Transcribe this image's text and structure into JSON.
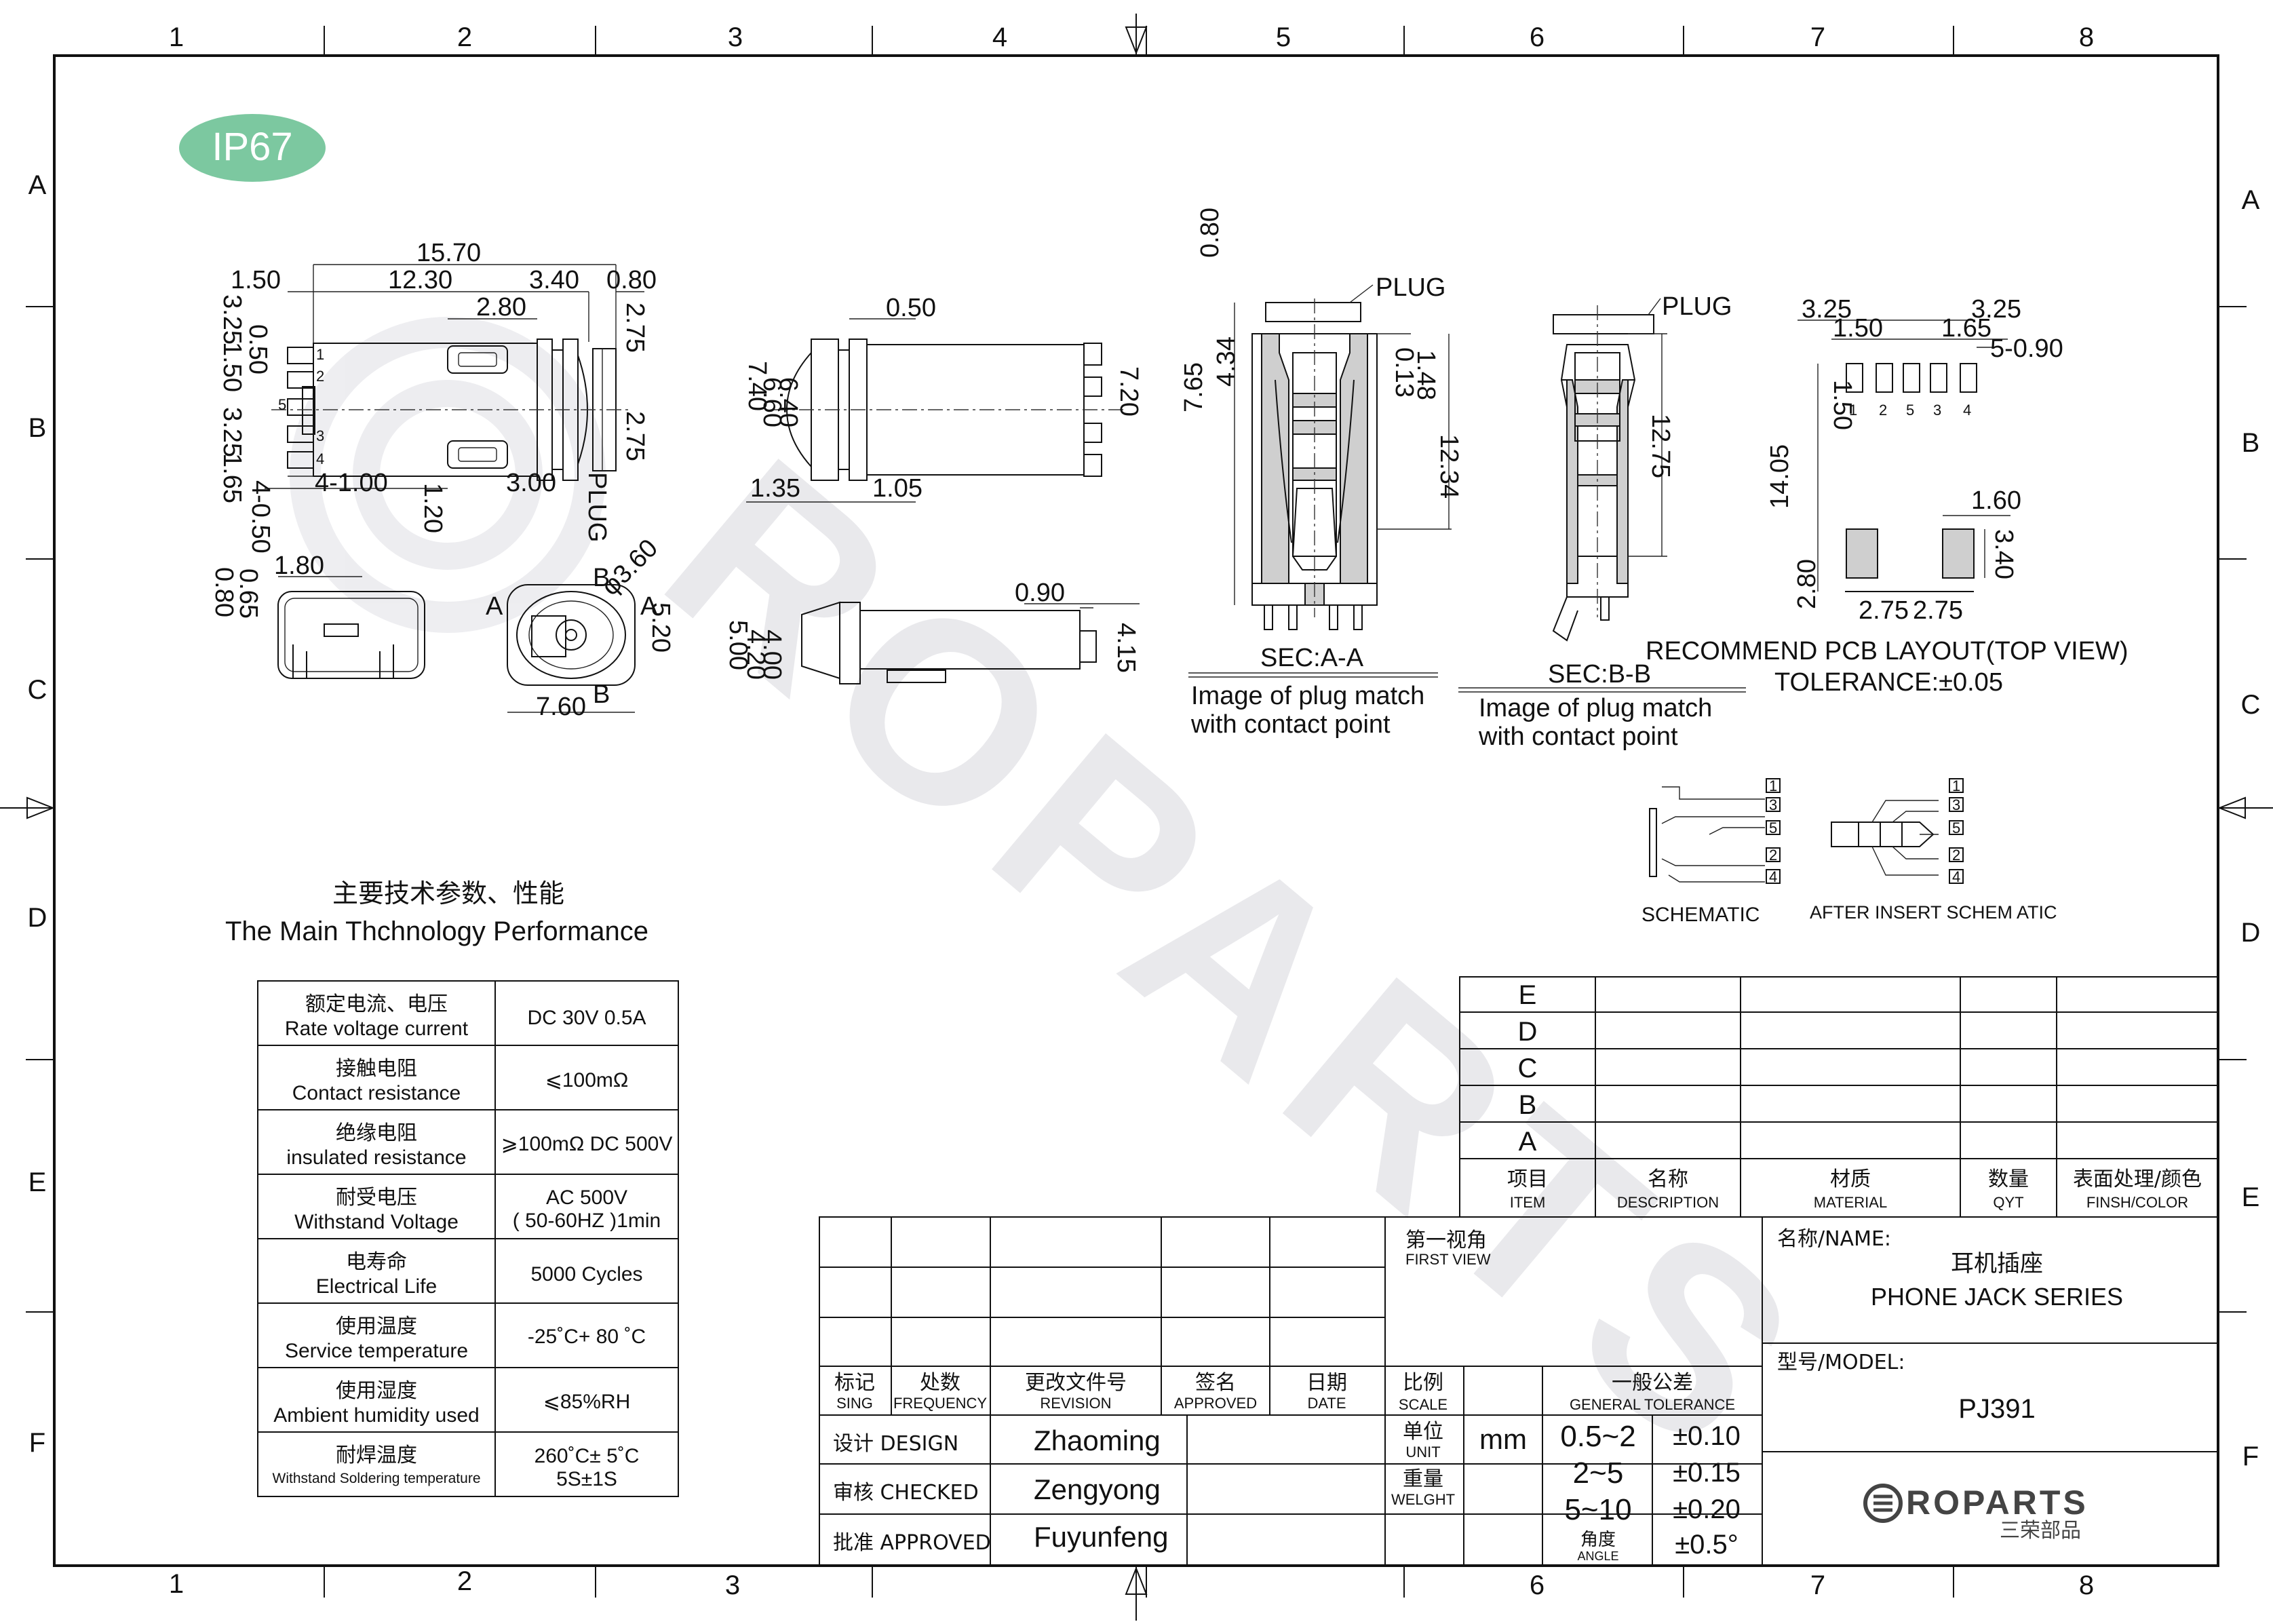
{
  "sheet": {
    "columns": [
      "1",
      "2",
      "3",
      "4",
      "5",
      "6",
      "7",
      "8"
    ],
    "rows": [
      "A",
      "B",
      "C",
      "D",
      "E",
      "F"
    ]
  },
  "badge": "IP67",
  "watermark": "ROPARTS",
  "top_view": {
    "overall": "15.70",
    "left_flange": "1.50",
    "body": "12.30",
    "nut": "3.40",
    "tip": "0.80",
    "inner": "2.80",
    "right_top": "2.75",
    "left_top": "3.25",
    "l1": "0.50",
    "l2": "1.50",
    "left_bottom": "3.25",
    "l3": "1.65",
    "pitch": "4-1.00",
    "mid": "3.00",
    "pin_w": "1.20",
    "pin_d": "4-0.50",
    "right_bottom": "2.75",
    "plug": "PLUG",
    "pin_numbers": [
      "1",
      "2",
      "3",
      "4",
      "5"
    ]
  },
  "front_view": {
    "height": "1.80",
    "d1": "0.80",
    "d2": "0.65"
  },
  "end_view": {
    "b_top": "B",
    "diameter": "φ3.60",
    "a_left": "A",
    "a_right": "A",
    "height": "5.20",
    "width": "7.60",
    "b_bottom": "B"
  },
  "side_view": {
    "top": "0.50",
    "h1": "7.40",
    "h2": "6.60",
    "h3": "6.40",
    "h_right": "7.20",
    "left": "1.35",
    "right": "1.05"
  },
  "side_view2": {
    "top": "0.90",
    "h1": "5.00",
    "h2": "4.20",
    "h3": "4.00",
    "h_right": "4.15"
  },
  "section_aa": {
    "plug": "PLUG",
    "d_top": "0.80",
    "d_left1": "7.65",
    "d_left2": "4.34",
    "d_right1": "0.13",
    "d_right2": "1.48",
    "d_right3": "12.34",
    "title": "SEC:A-A",
    "caption_1": "Image of plug match",
    "caption_2": "with contact point"
  },
  "section_bb": {
    "plug": "PLUG",
    "d_right": "12.75",
    "title": "SEC:B-B",
    "caption_1": "Image of plug match",
    "caption_2": "with contact point"
  },
  "pcb": {
    "d_left": "3.25",
    "d_right": "3.25",
    "d_pitch": "1.50",
    "d_gap": "1.65",
    "d_pad": "5-0.90",
    "d_h_top": "1.50",
    "d_height": "14.05",
    "d_pad2": "1.60",
    "d_h_pad2": "3.40",
    "d_h_bottom": "2.80",
    "d_bl": "2.75",
    "d_br": "2.75",
    "pad_numbers": [
      "1",
      "2",
      "5",
      "3",
      "4"
    ],
    "title": "RECOMMEND PCB LAYOUT(TOP VIEW)",
    "tolerance": "TOLERANCE:±0.05"
  },
  "schematic": {
    "label": "SCHEMATIC",
    "after_label": "AFTER INSERT SCHEM ATIC",
    "pins": [
      "1",
      "3",
      "5",
      "2",
      "4"
    ]
  },
  "performance": {
    "title_cn": "主要技术参数、性能",
    "title_en": "The Main Thchnology Performance",
    "rows": [
      {
        "cn": "额定电流、电压",
        "en": "Rate voltage current",
        "value": "DC 30V  0.5A",
        "value2": ""
      },
      {
        "cn": "接触电阻",
        "en": "Contact resistance",
        "value": "⩽100mΩ",
        "value2": ""
      },
      {
        "cn": "绝缘电阻",
        "en": "insulated resistance",
        "value": "⩾100mΩ DC 500V",
        "value2": ""
      },
      {
        "cn": "耐受电压",
        "en": "Withstand Voltage",
        "value": "AC 500V",
        "value2": "( 50-60HZ )1min"
      },
      {
        "cn": "电寿命",
        "en": "Electrical Life",
        "value": "5000 Cycles",
        "value2": ""
      },
      {
        "cn": "使用温度",
        "en": "Service temperature",
        "value": "-25˚C+ 80 ˚C",
        "value2": ""
      },
      {
        "cn": "使用湿度",
        "en": "Ambient humidity used",
        "value": "⩽85%RH",
        "value2": ""
      },
      {
        "cn": "耐焊温度",
        "en": "Withstand Soldering temperature",
        "value": "260˚C± 5˚C",
        "value2": "5S±1S"
      }
    ]
  },
  "revisions": {
    "rows": [
      "E",
      "D",
      "C",
      "B",
      "A"
    ],
    "headers": [
      {
        "cn": "项目",
        "en": "ITEM"
      },
      {
        "cn": "名称",
        "en": "DESCRIPTION"
      },
      {
        "cn": "材质",
        "en": "MATERIAL"
      },
      {
        "cn": "数量",
        "en": "QYT"
      },
      {
        "cn": "表面处理/颜色",
        "en": "FINSH/COLOR"
      }
    ]
  },
  "title_block": {
    "change_headers": [
      {
        "cn": "标记",
        "en": "SING"
      },
      {
        "cn": "处数",
        "en": "FREQUENCY"
      },
      {
        "cn": "更改文件号",
        "en": "REVISION"
      },
      {
        "cn": "签名",
        "en": "APPROVED"
      },
      {
        "cn": "日期",
        "en": "DATE"
      }
    ],
    "design_label": "设计 DESIGN",
    "design_name": "Zhaoming",
    "checked_label": "审核 CHECKED",
    "checked_name": "Zengyong",
    "approved_label": "批准 APPROVED",
    "approved_name": "Fuyunfeng",
    "first_view_cn": "第一视角",
    "first_view_en": "FIRST VIEW",
    "scale_cn": "比例",
    "scale_en": "SCALE",
    "tol_cn": "一般公差",
    "tol_en": "GENERAL TOLERANCE",
    "unit_cn": "单位",
    "unit_en": "UNIT",
    "unit_value": "mm",
    "weight_cn": "重量",
    "weight_en": "WELGHT",
    "tolerances": [
      {
        "range": "0.5~2",
        "tol": "±0.10"
      },
      {
        "range": "2~5",
        "tol": "±0.15"
      },
      {
        "range": "5~10",
        "tol": "±0.20"
      }
    ],
    "angle_cn": "角度",
    "angle_en": "ANGLE",
    "angle_tol": "±0.5°",
    "name_label": "名称/NAME:",
    "name_cn": "耳机插座",
    "name_en": "PHONE JACK SERIES",
    "model_label": "型号/MODEL:",
    "model": "PJ391",
    "logo_text": "ROPARTS",
    "logo_sub": "三荣部品"
  },
  "colors": {
    "badge": "#7cc8a0",
    "ink": "#111111",
    "watermark": "#e9e9ec",
    "hatch": "#cfcfcf"
  }
}
